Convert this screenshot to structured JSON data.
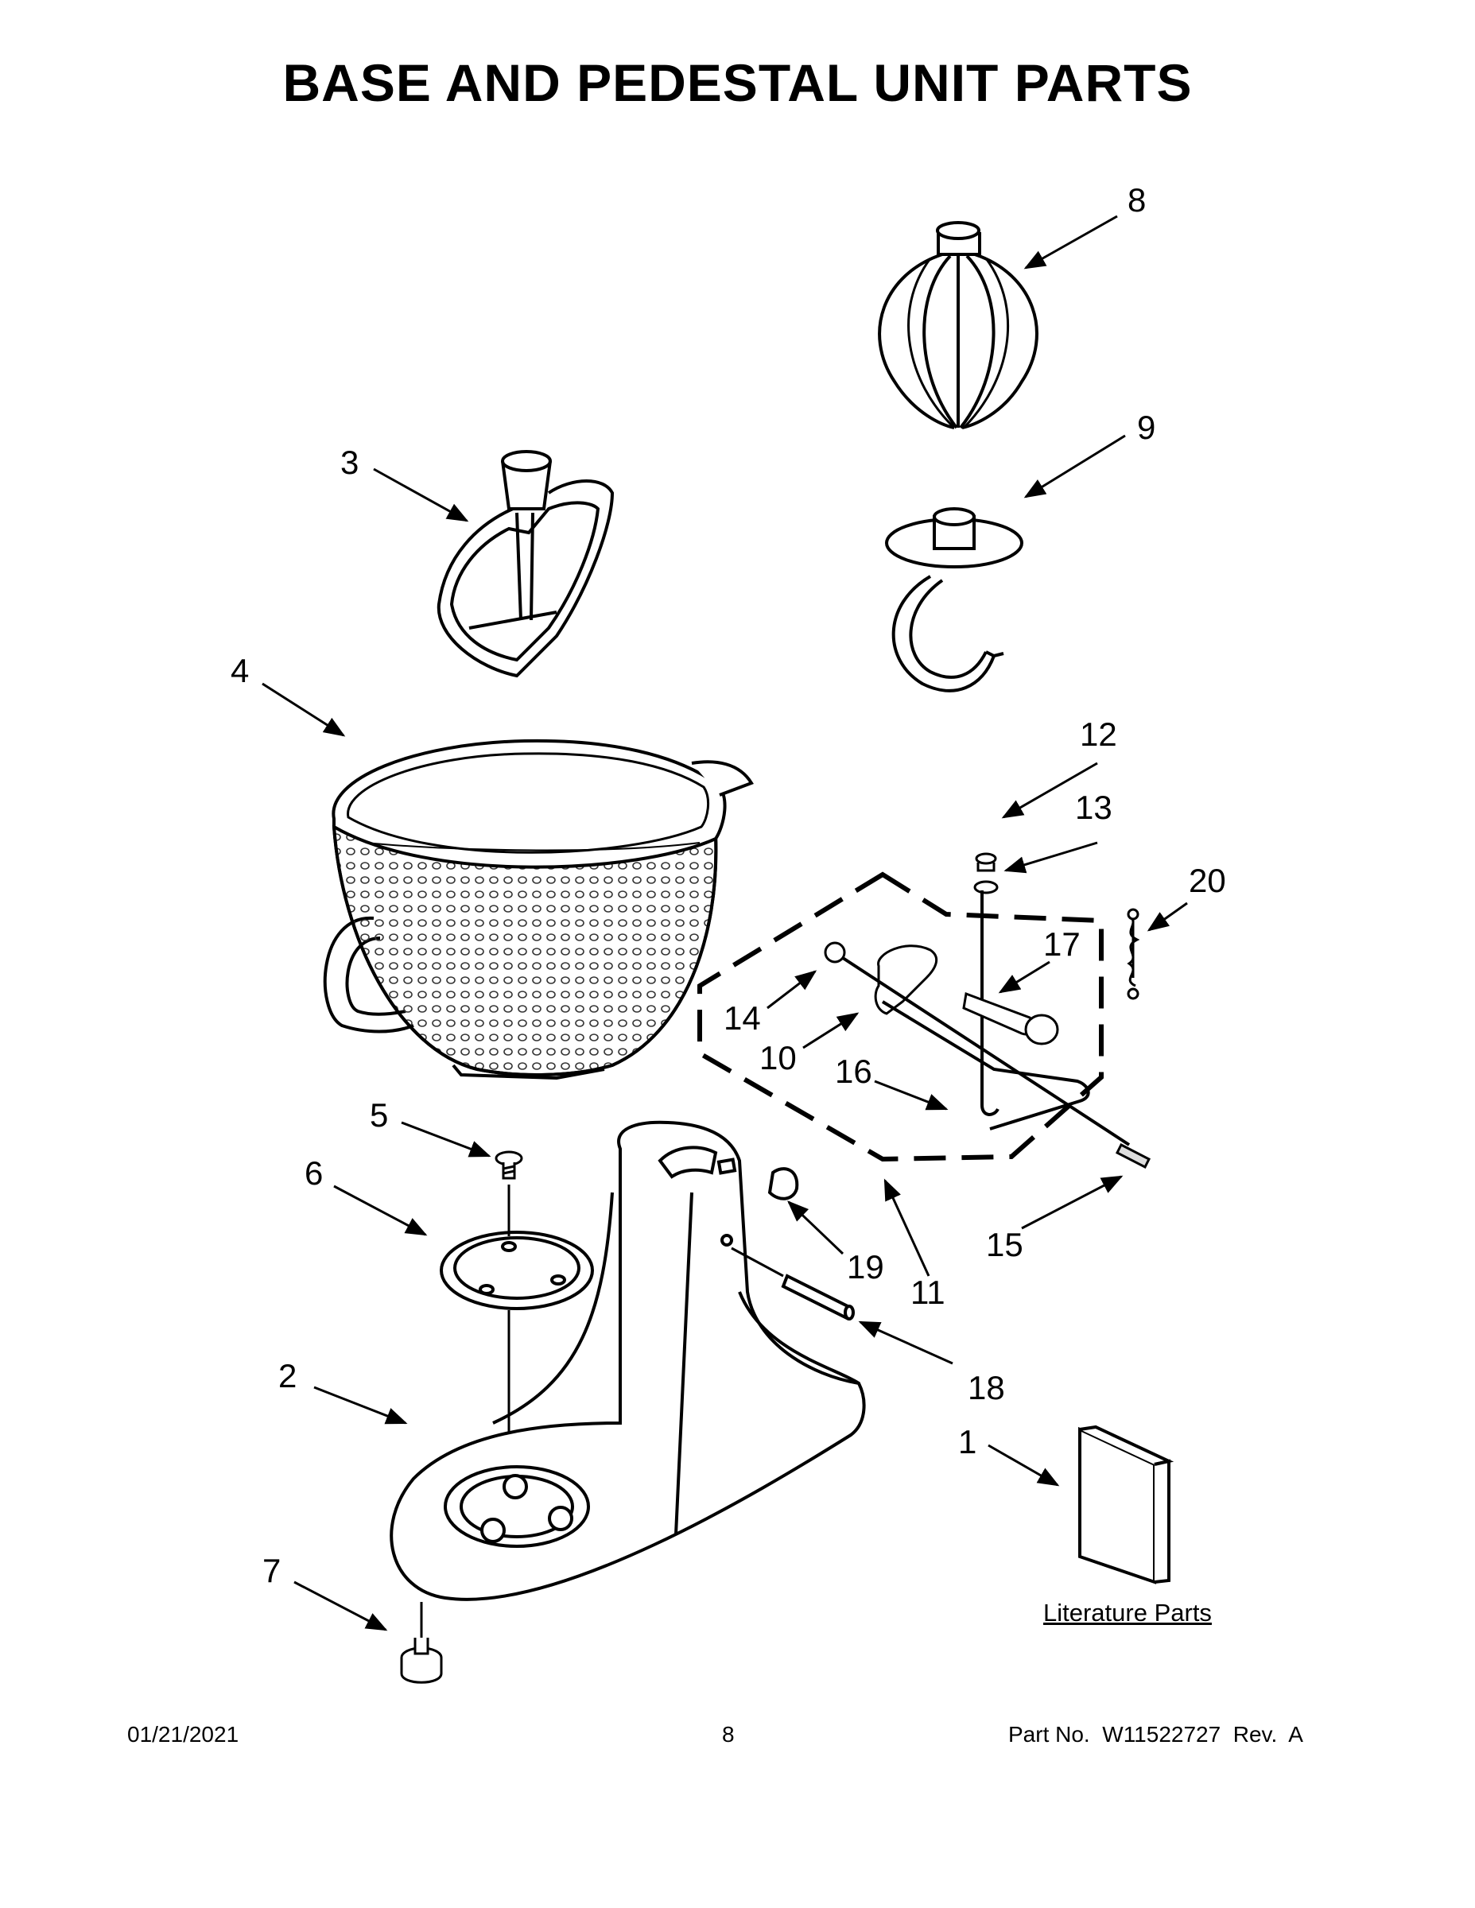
{
  "title": "BASE AND PEDESTAL UNIT PARTS",
  "callouts": [
    {
      "id": "1",
      "label": "1"
    },
    {
      "id": "2",
      "label": "2"
    },
    {
      "id": "3",
      "label": "3"
    },
    {
      "id": "4",
      "label": "4"
    },
    {
      "id": "5",
      "label": "5"
    },
    {
      "id": "6",
      "label": "6"
    },
    {
      "id": "7",
      "label": "7"
    },
    {
      "id": "8",
      "label": "8"
    },
    {
      "id": "9",
      "label": "9"
    },
    {
      "id": "10",
      "label": "10"
    },
    {
      "id": "11",
      "label": "11"
    },
    {
      "id": "12",
      "label": "12"
    },
    {
      "id": "13",
      "label": "13"
    },
    {
      "id": "14",
      "label": "14"
    },
    {
      "id": "15",
      "label": "15"
    },
    {
      "id": "16",
      "label": "16"
    },
    {
      "id": "17",
      "label": "17"
    },
    {
      "id": "18",
      "label": "18"
    },
    {
      "id": "19",
      "label": "19"
    },
    {
      "id": "20",
      "label": "20"
    }
  ],
  "literature_label": "Literature Parts",
  "footer": {
    "date": "01/21/2021",
    "page": "8",
    "part": "Part No.  W11522727  Rev.  A"
  }
}
